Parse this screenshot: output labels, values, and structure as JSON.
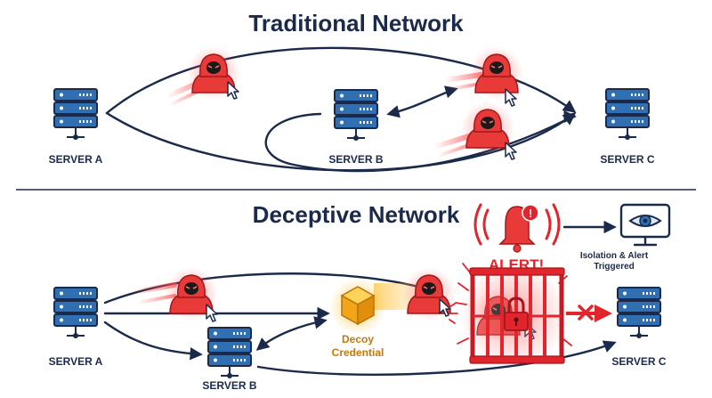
{
  "traditional": {
    "title": "Traditional Network",
    "server_a": "SERVER A",
    "server_b": "SERVER B",
    "server_c": "SERVER C"
  },
  "deceptive": {
    "title": "Deceptive Network",
    "server_a": "SERVER A",
    "server_b": "SERVER B",
    "server_c": "SERVER C",
    "decoy_line1": "Decoy",
    "decoy_line2": "Credential",
    "alert": "ALERT!",
    "isolation_line1": "Isolation & Alert",
    "isolation_line2": "Triggered"
  },
  "colors": {
    "navy": "#1b2a4a",
    "server_blue": "#2f6fb2",
    "threat_red": "#e2242c",
    "decoy_gold": "#f2a516"
  },
  "icons": [
    "server-icon",
    "hacker-icon",
    "cursor-icon",
    "alarm-bell-icon",
    "eye-monitor-icon",
    "cage-icon",
    "padlock-icon",
    "cube-icon",
    "x-mark-icon"
  ]
}
